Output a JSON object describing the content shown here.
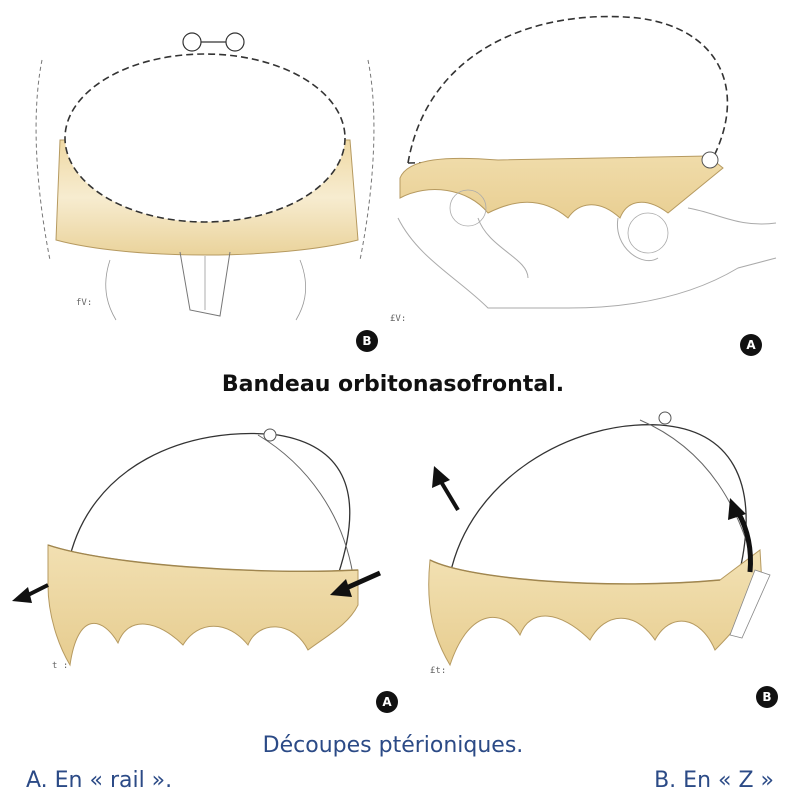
{
  "figure": {
    "top_caption": "Bandeau orbitonasofrontal.",
    "bottom_caption": "Découpes ptérioniques.",
    "option_a": "A. En « rail ».",
    "option_b": "B. En « Z »"
  },
  "panels": {
    "top_left": {
      "badge": "B",
      "mark": "fV:"
    },
    "top_right": {
      "badge": "A",
      "mark": "£V:"
    },
    "bottom_left": {
      "badge": "A",
      "mark": "t :"
    },
    "bottom_right": {
      "badge": "B",
      "mark": "£t:"
    }
  },
  "colors": {
    "bone": "#f4e6c0",
    "bone_shade": "#e6cf95",
    "caption_blue": "#2b4a86"
  }
}
